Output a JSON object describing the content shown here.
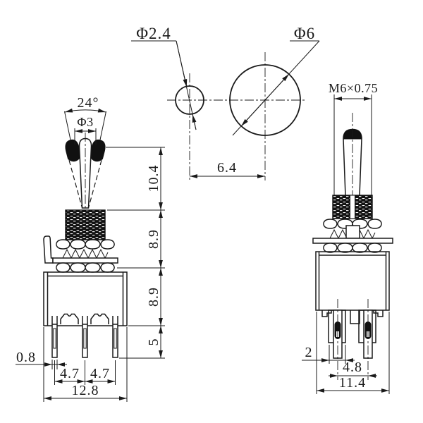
{
  "title": "Toggle switch dimension drawing",
  "colors": {
    "background": "#ffffff",
    "line": "#1a1a1a"
  },
  "labels": {
    "hole_small_dia": "Φ2.4",
    "hole_large_dia": "Φ6",
    "hole_spacing": "6.4",
    "throw_angle": "24°",
    "lever_dia": "Φ3",
    "thread_spec": "M6×0.75",
    "lever_height": "10.4",
    "bushing_height": "8.9",
    "body_height": "8.9",
    "terminal_length": "5",
    "terminal_thickness": "0.8",
    "pin_pitch_front_a": "4.7",
    "pin_pitch_front_b": "4.7",
    "body_width": "12.8",
    "terminal_width": "2",
    "pin_pitch_side": "4.8",
    "body_depth": "11.4"
  }
}
